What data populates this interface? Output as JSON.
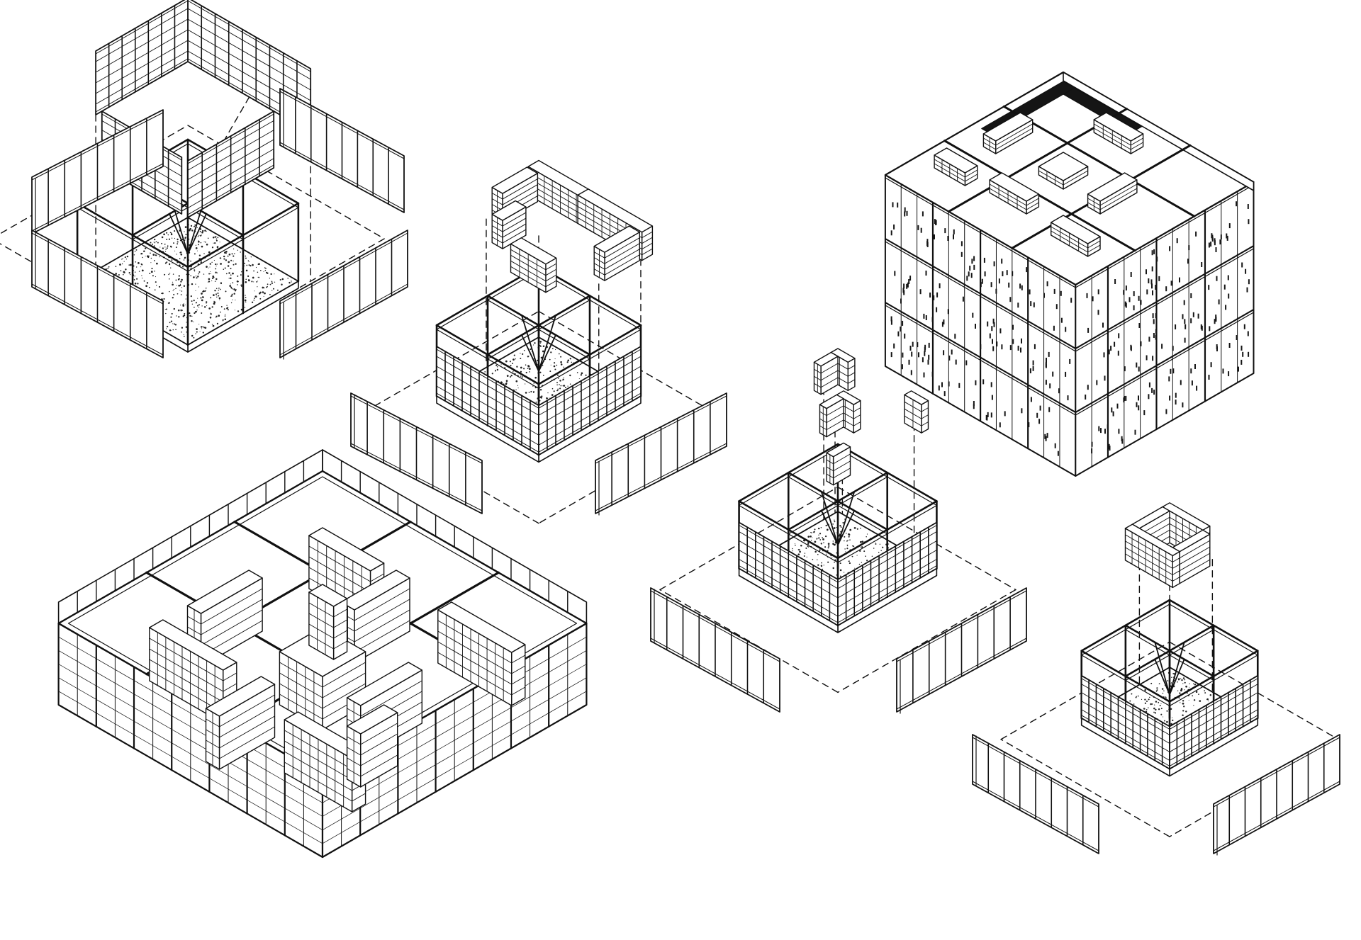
{
  "drawing": {
    "style": "isometric exploded axonometric line drawing",
    "colors": {
      "background": "#ffffff",
      "line": "#111111",
      "gravel": "#222222",
      "dark_fill": "#151515"
    },
    "views": [
      {
        "id": "view-1-exploded",
        "parts": [
          "floor-slab-gravel",
          "timber-frame",
          "partition-walls",
          "glass-facade-panels"
        ]
      },
      {
        "id": "view-2-exploded",
        "parts": [
          "floor-slab-gravel",
          "timber-frame",
          "shelving-units",
          "glass-facade-panels"
        ]
      },
      {
        "id": "view-3-three-storey",
        "parts": [
          "storey-1",
          "storey-2",
          "storey-3",
          "roof-frame",
          "shelving-units"
        ]
      },
      {
        "id": "view-4-exploded",
        "parts": [
          "floor-slab-gravel",
          "timber-frame",
          "corner-shelving-units",
          "glass-facade-panels"
        ]
      },
      {
        "id": "view-5-exploded",
        "parts": [
          "floor-slab-gravel",
          "timber-frame",
          "shelving-ring",
          "glass-facade-panels"
        ]
      },
      {
        "id": "view-6-single-storey",
        "parts": [
          "floor-slab",
          "timber-frame",
          "shelving-units",
          "glass-facade"
        ]
      }
    ]
  }
}
